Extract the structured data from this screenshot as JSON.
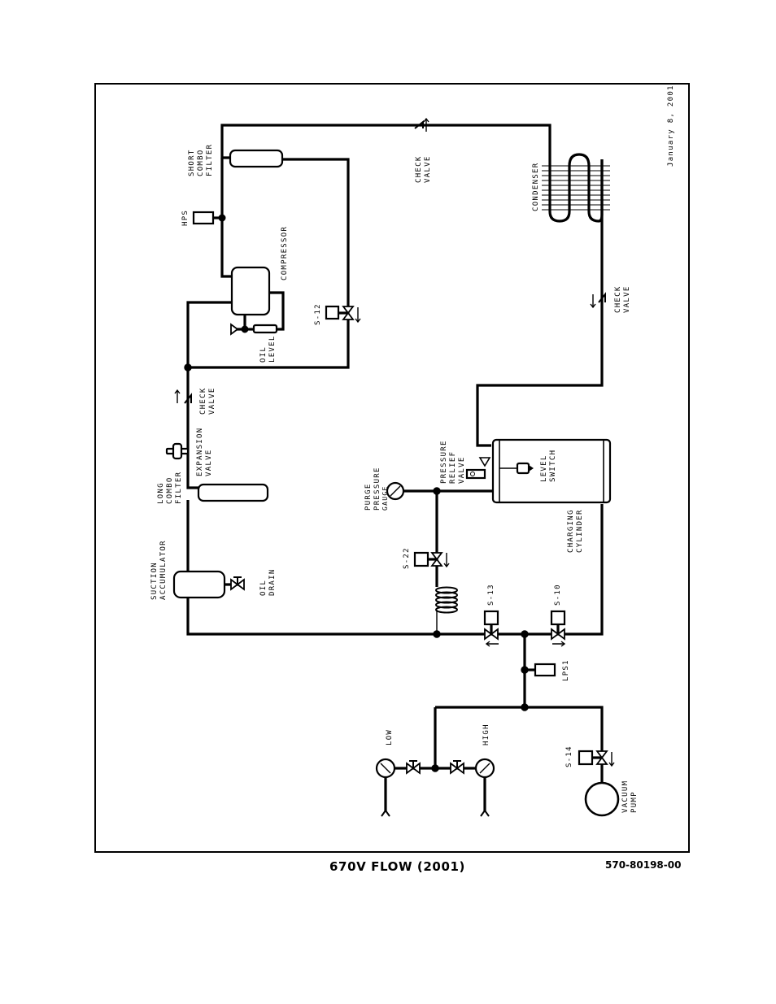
{
  "title": "670V FLOW (2001)",
  "part_number": "570-80198-00",
  "date": "January 8, 2001",
  "labels": {
    "check_valve_top": [
      "CHECK",
      "VALVE"
    ],
    "short_combo_filter": [
      "SHORT",
      "COMBO",
      "FILTER"
    ],
    "hps": "HPS",
    "compressor": "COMPRESSOR",
    "s12": "S-12",
    "oil_level": [
      "OIL",
      "LEVEL"
    ],
    "condenser": "CONDENSER",
    "check_valve_right": [
      "CHECK",
      "VALVE"
    ],
    "check_valve_mid": [
      "CHECK",
      "VALVE"
    ],
    "expansion_valve": [
      "EXPANSION",
      "VALVE"
    ],
    "long_combo_filter": [
      "LONG",
      "COMBO",
      "FILTER"
    ],
    "purge_pressure_gauge": [
      "PURGE",
      "PRESSURE",
      "GAUGE"
    ],
    "pressure_relief_valve": [
      "PRESSURE",
      "RELIEF",
      "VALVE"
    ],
    "level_switch": [
      "LEVEL",
      "SWITCH"
    ],
    "charging_cylinder": [
      "CHARGING",
      "CYLINDER"
    ],
    "suction_accumulator": [
      "SUCTION",
      "ACCUMULATOR"
    ],
    "oil_drain": [
      "OIL",
      "DRAIN"
    ],
    "s22": "S-22",
    "s13": "S-13",
    "s10": "S-10",
    "lps1": "LPS1",
    "low": "LOW",
    "high": "HIGH",
    "s14": "S-14",
    "vacuum_pump": [
      "VACUUM",
      "PUMP"
    ]
  }
}
